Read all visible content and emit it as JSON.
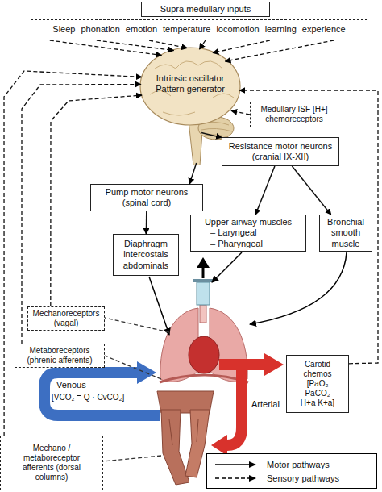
{
  "diagram": {
    "nodes": [
      {
        "text": [
          "Supra medullary inputs"
        ]
      },
      {
        "text": [
          "Sleep phonation emotion temperature locomotion learning experience"
        ]
      },
      {
        "text": [
          "Intrinsic oscillator Pattern generator"
        ]
      },
      {
        "text": [
          "Medullary ISF [H+] chemoreceptors"
        ]
      },
      {
        "text": [
          "Resistance motor neurons (cranial IX-XII)"
        ]
      },
      {
        "text": [
          "Pump motor neurons (spinal cord)"
        ]
      },
      {
        "text": [
          "Upper airway muscles",
          "– Laryngeal",
          "– Pharyngeal"
        ]
      },
      {
        "text": [
          "Bronchial smooth muscle"
        ]
      },
      {
        "text": [
          "Diaphragm intercostals abdominals"
        ]
      },
      {
        "text": [
          "Mechanoreceptors (vagal)"
        ]
      },
      {
        "text": [
          "Metaboreceptors (phrenic afferents)"
        ]
      },
      {
        "text": [
          "Carotid chemos",
          "[PaO₂ PaCO₂ H+a K+a]"
        ]
      },
      {
        "text": [
          "Mechano / metaboreceptor afferents (dorsal columns)"
        ]
      }
    ],
    "edges": [
      {
        "from": 2,
        "to": 4,
        "arrow": "to"
      },
      {
        "from": 2,
        "to": 5,
        "arrow": "to"
      },
      {
        "from": 5,
        "to": 8,
        "arrow": "to"
      },
      {
        "from": 4,
        "to": 6,
        "arrow": "to"
      },
      {
        "from": 4,
        "to": 7,
        "arrow": "to"
      },
      {
        "from": 1,
        "to": 2,
        "arrow": "to"
      },
      {
        "from": 1,
        "to": 2,
        "arrow": "to"
      },
      {
        "from": 1,
        "to": 2,
        "arrow": "to"
      },
      {
        "from": 1,
        "to": 2,
        "arrow": "to"
      },
      {
        "from": 1,
        "to": 2,
        "arrow": "to"
      },
      {
        "from": 1,
        "to": 2,
        "arrow": "to"
      },
      {
        "from": 3,
        "to": 2,
        "arrow": "to"
      },
      {
        "from": 9,
        "to": 2,
        "arrow": "to"
      },
      {
        "from": 10,
        "to": 2,
        "arrow": "to"
      },
      {
        "from": 12,
        "to": 2,
        "arrow": "to"
      },
      {
        "from": 11,
        "to": 2,
        "arrow": "to"
      }
    ],
    "labels": [
      "Venous",
      "[VCO₂ = Q · CvCO₂]",
      "Arterial"
    ],
    "legend": [
      {
        "text": "Motor pathways"
      },
      {
        "text": "Sensory pathways"
      }
    ]
  }
}
